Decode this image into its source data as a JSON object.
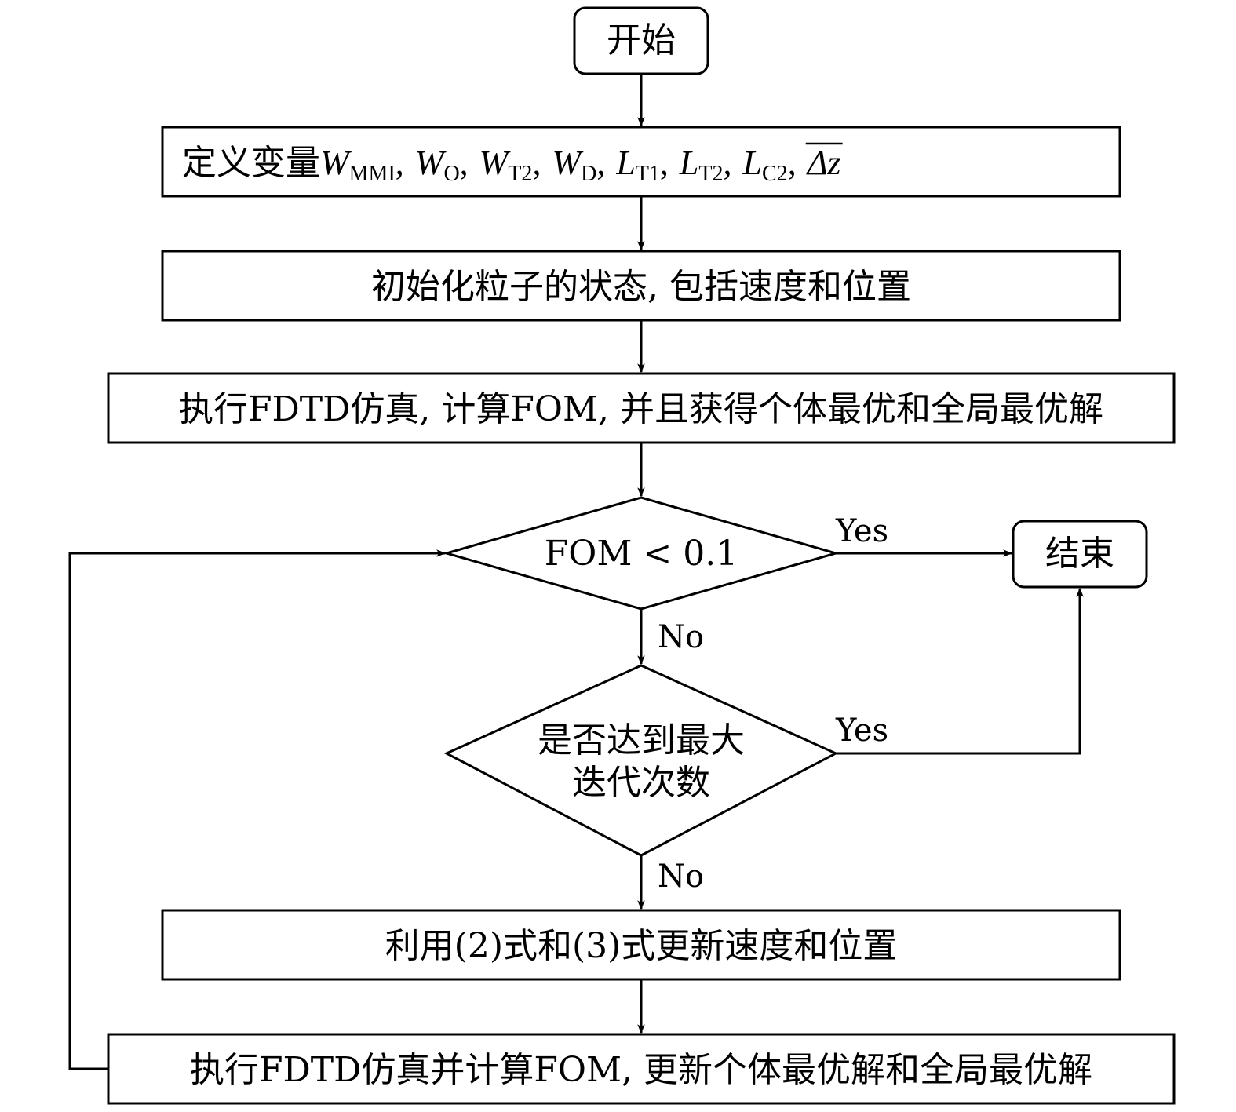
{
  "nodes": {
    "start": "开始",
    "define_prefix": "定义变量",
    "define_vars": [
      {
        "sym": "W",
        "sub": "MMI"
      },
      {
        "sym": "W",
        "sub": "O"
      },
      {
        "sym": "W",
        "sub": "T2"
      },
      {
        "sym": "W",
        "sub": "D"
      },
      {
        "sym": "L",
        "sub": "T1"
      },
      {
        "sym": "L",
        "sub": "T2"
      },
      {
        "sym": "L",
        "sub": "C2"
      }
    ],
    "define_last": "Δz",
    "separator": ",",
    "init": "初始化粒子的状态, 包括速度和位置",
    "simulate1": "执行FDTD仿真, 计算FOM, 并且获得个体最优和全局最优解",
    "decision1": "FOM < 0.1",
    "end": "结束",
    "decision2_line1": "是否达到最大",
    "decision2_line2": "迭代次数",
    "update": "利用(2)式和(3)式更新速度和位置",
    "simulate2": "执行FDTD仿真并计算FOM, 更新个体最优解和全局最优解"
  },
  "edges": {
    "yes1": "Yes",
    "no1": "No",
    "yes2": "Yes",
    "no2": "No"
  }
}
